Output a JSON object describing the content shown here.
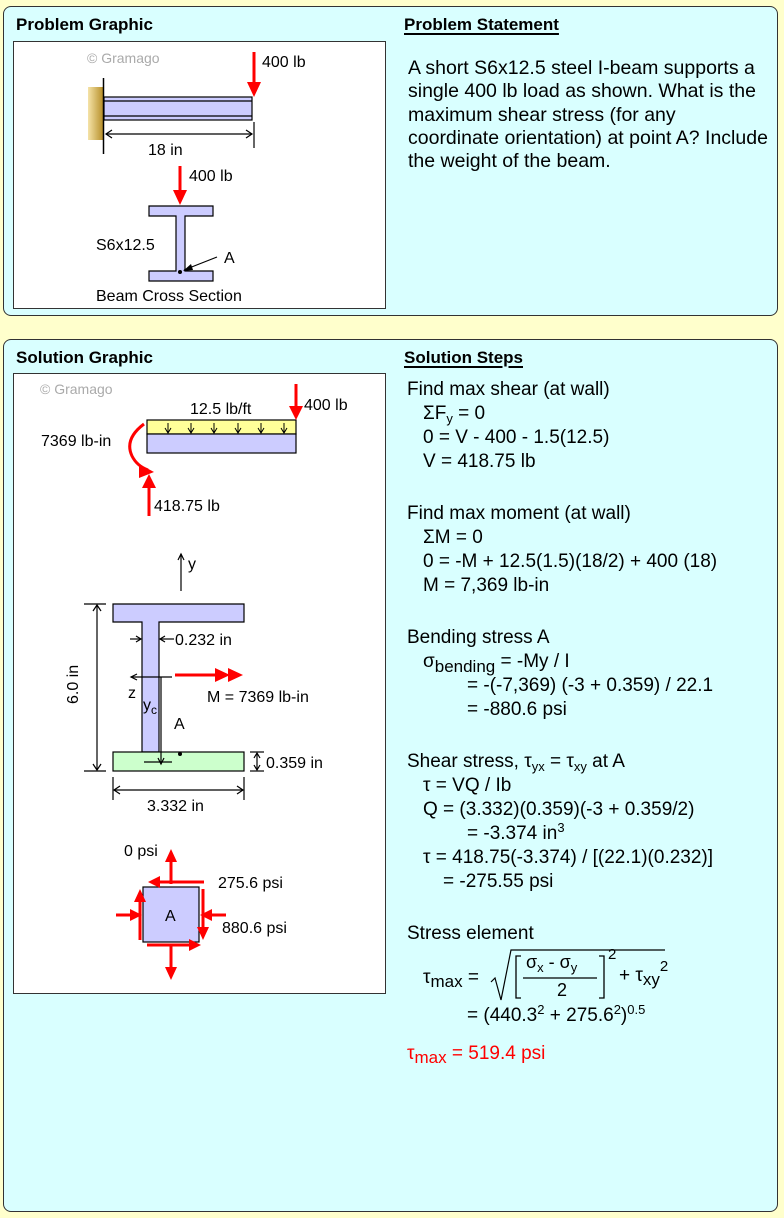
{
  "problem": {
    "graphic_title": "Problem Graphic",
    "statement_title": "Problem Statement",
    "statement": "A short S6x12.5 steel I-beam supports a single 400 lb load as shown. What is the maximum shear stress (for any coordinate orientation) at point A? Include the weight of the beam.",
    "graphic": {
      "watermark": "© Gramago",
      "load_label": "400 lb",
      "length_label": "18 in",
      "section_load_label": "400 lb",
      "section_name": "S6x12.5",
      "point_label": "A",
      "caption": "Beam Cross Section"
    }
  },
  "solution": {
    "graphic_title": "Solution Graphic",
    "steps_title": "Solution Steps",
    "graphic": {
      "watermark": "© Gramago",
      "dist_load_label": "12.5 lb/ft",
      "point_load_label": "400 lb",
      "moment_label": "7369 lb-in",
      "reaction_label": "418.75 lb",
      "y_axis": "y",
      "z_axis": "z",
      "yc_label": "y",
      "yc_sub": "c",
      "height_label": "6.0 in",
      "web_label": "0.232 in",
      "moment_vector_label": "M = 7369 lb-in",
      "point_label": "A",
      "flange_thk_label": "0.359 in",
      "flange_width_label": "3.332 in",
      "element_label": "A",
      "sigma_y_label": "0 psi",
      "tau_label": "275.6 psi",
      "sigma_x_label": "880.6 psi"
    },
    "steps": {
      "s1_title": "Find max shear (at wall)",
      "s1_l1a": "ΣF",
      "s1_l1sub": "y",
      "s1_l1b": " = 0",
      "s1_l2": "0 = V - 400 - 1.5(12.5)",
      "s1_l3": "V = 418.75 lb",
      "s2_title": "Find max moment (at wall)",
      "s2_l1": "ΣM = 0",
      "s2_l2": "0 = -M + 12.5(1.5)(18/2) + 400 (18)",
      "s2_l3": "M = 7,369 lb-in",
      "s3_title": "Bending stress A",
      "s3_l1a": "σ",
      "s3_l1sub": "bending",
      "s3_l1b": " = -My / I",
      "s3_l2": "= -(-7,369) (-3 + 0.359) / 22.1",
      "s3_l3": "= -880.6 psi",
      "s4_title_a": "Shear stress, τ",
      "s4_title_sub1": "yx",
      "s4_title_b": " = τ",
      "s4_title_sub2": "xy",
      "s4_title_c": " at A",
      "s4_l1": "τ = VQ / Ib",
      "s4_l2": "Q = (3.332)(0.359)(-3 + 0.359/2)",
      "s4_l3a": "= -3.374 in",
      "s4_l3sup": "3",
      "s4_l4": "τ = 418.75(-3.374) / [(22.1)(0.232)]",
      "s4_l5": "= -275.55 psi",
      "s5_title": "Stress element",
      "s5_tau": "τ",
      "s5_tau_sub": "max",
      "s5_eq": " =",
      "s5_num_a": "σ",
      "s5_num_sub1": "x",
      "s5_num_b": " - σ",
      "s5_num_sub2": "y",
      "s5_den": "2",
      "s5_sq": "2",
      "s5_plus": "+ τ",
      "s5_txy_sub": "xy",
      "s5_txy_sup": "2",
      "s5_l2a": "= (440.3",
      "s5_l2sup1": "2",
      "s5_l2b": " + 275.6",
      "s5_l2sup2": "2",
      "s5_l2c": ")",
      "s5_l2sup3": "0.5",
      "answer_a": "τ",
      "answer_sub": "max",
      "answer_b": " = 519.4 psi"
    }
  },
  "colors": {
    "background": "#ffffcc",
    "panel": "#d9ffff",
    "beam": "#ccccff",
    "flange_highlight": "#ccffcc",
    "dist_load": "#ffff99",
    "arrow": "#ff0000",
    "answer": "#ff0000"
  }
}
